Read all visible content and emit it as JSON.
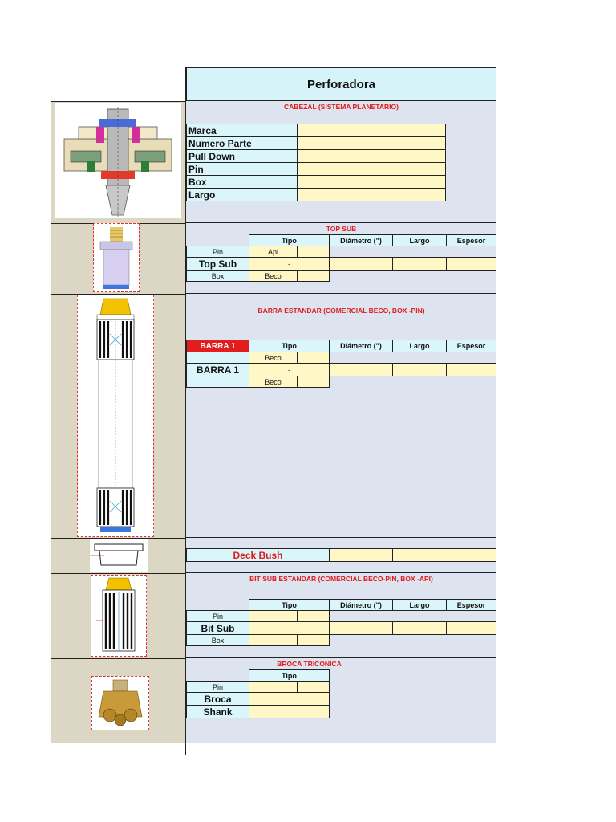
{
  "title": "Perforadora",
  "cabezal": {
    "title": "CABEZAL (SISTEMA PLANETARIO)",
    "rows": [
      "Marca",
      "Numero Parte",
      "Pull Down",
      "Pin",
      "Box",
      "Largo"
    ]
  },
  "topsub": {
    "title": "TOP SUB",
    "headers": [
      "Tipo",
      "Diámetro (\")",
      "Largo",
      "Espesor"
    ],
    "pin_label": "Pin",
    "pin_tipo": "Api",
    "main_label": "Top Sub",
    "main_tipo": "-",
    "box_label": "Box",
    "box_tipo": "Beco"
  },
  "barra": {
    "title": "BARRA ESTANDAR (COMERCIAL BECO, BOX -PIN)",
    "red_label": "BARRA 1",
    "headers": [
      "Tipo",
      "Diámetro (\")",
      "Largo",
      "Espesor"
    ],
    "top_tipo": "Beco",
    "main_label": "BARRA 1",
    "main_tipo": "-",
    "bottom_tipo": "Beco"
  },
  "deck": {
    "label": "Deck Bush"
  },
  "bitsub": {
    "title": "BIT SUB ESTANDAR (COMERCIAL BECO-PIN, BOX -API)",
    "headers": [
      "Tipo",
      "Diámetro (\")",
      "Largo",
      "Espesor"
    ],
    "pin_label": "Pin",
    "main_label": "Bit  Sub",
    "box_label": "Box"
  },
  "broca": {
    "title": "BROCA TRICONICA",
    "header": "Tipo",
    "pin_label": "Pin",
    "row1": "Broca",
    "row2": "Shank"
  },
  "colors": {
    "cyan": "#dbf6fa",
    "yellow": "#fff8c6",
    "red": "#e31c1c",
    "panel": "#dde3ef",
    "left": "#dcd7c5"
  }
}
